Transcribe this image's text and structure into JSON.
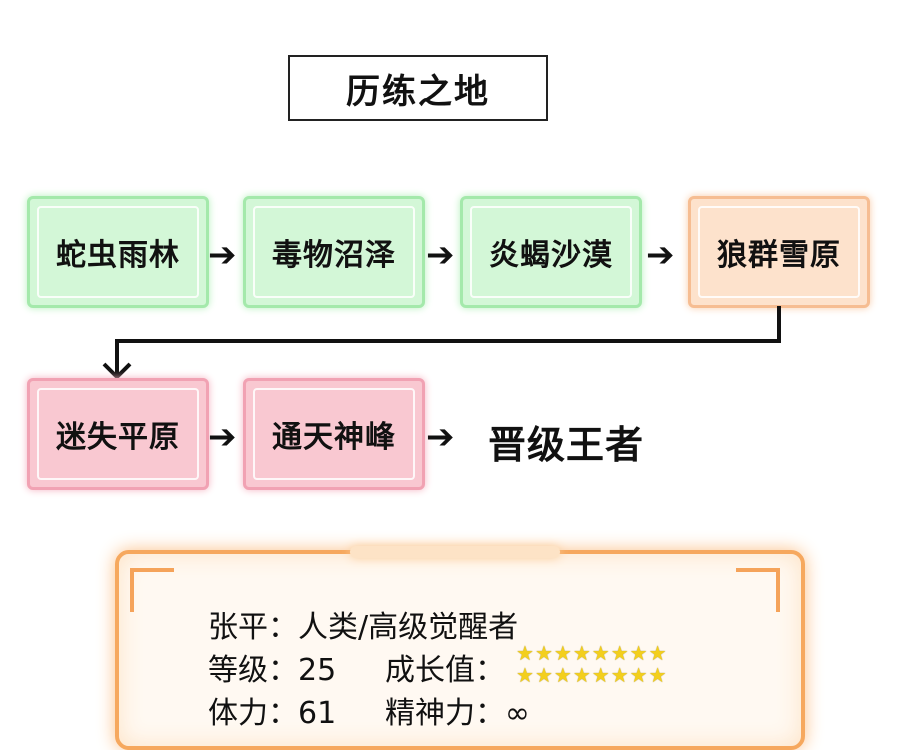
{
  "title": "历练之地",
  "path_row1": [
    {
      "label": "蛇虫雨林",
      "color": "green"
    },
    {
      "label": "毒物沼泽",
      "color": "green"
    },
    {
      "label": "炎蝎沙漠",
      "color": "green"
    },
    {
      "label": "狼群雪原",
      "color": "orange"
    }
  ],
  "path_row2": [
    {
      "label": "迷失平原",
      "color": "pink"
    },
    {
      "label": "通天神峰",
      "color": "pink"
    }
  ],
  "final_goal": "晋级王者",
  "arrow_glyph": "➔",
  "profile": {
    "line1": "张平：人类/高级觉醒者",
    "line2_label": "等级：25",
    "line2_growth": "成长值：",
    "line3_label": "体力：61",
    "line3_spirit": "精神力：∞",
    "growth_stars": 16
  }
}
